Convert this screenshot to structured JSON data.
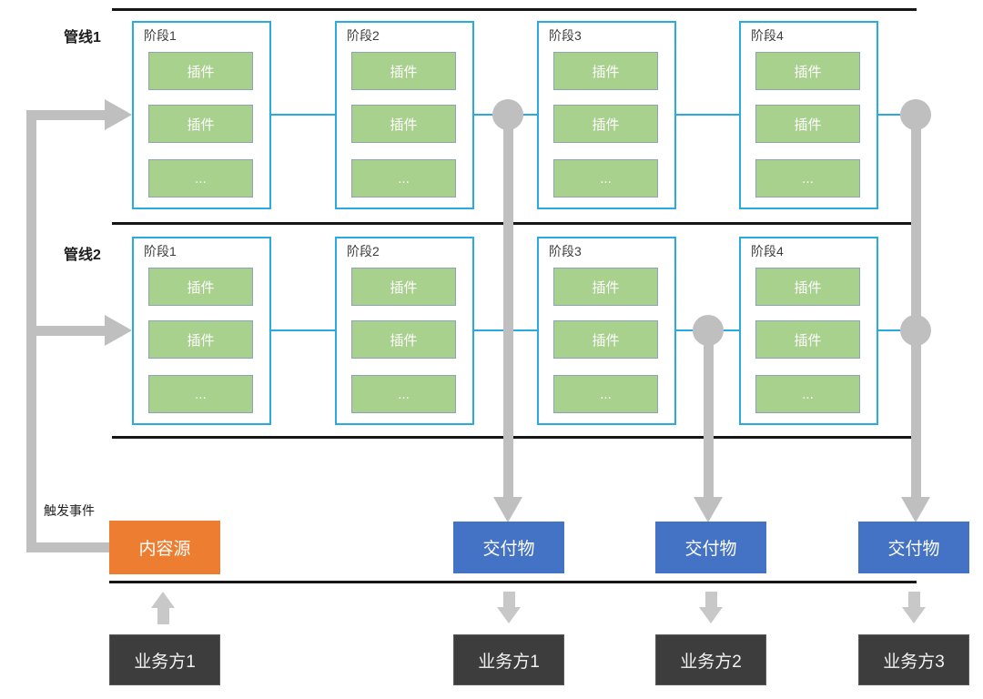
{
  "diagram": {
    "trigger_label": "触发事件",
    "source_label": "内容源",
    "pipelines": [
      {
        "label": "管线1",
        "stages": [
          {
            "label": "阶段1",
            "plugins": [
              "插件",
              "插件",
              "..."
            ]
          },
          {
            "label": "阶段2",
            "plugins": [
              "插件",
              "插件",
              "..."
            ]
          },
          {
            "label": "阶段3",
            "plugins": [
              "插件",
              "插件",
              "..."
            ]
          },
          {
            "label": "阶段4",
            "plugins": [
              "插件",
              "插件",
              "..."
            ]
          }
        ]
      },
      {
        "label": "管线2",
        "stages": [
          {
            "label": "阶段1",
            "plugins": [
              "插件",
              "插件",
              "..."
            ]
          },
          {
            "label": "阶段2",
            "plugins": [
              "插件",
              "插件",
              "..."
            ]
          },
          {
            "label": "阶段3",
            "plugins": [
              "插件",
              "插件",
              "..."
            ]
          },
          {
            "label": "阶段4",
            "plugins": [
              "插件",
              "插件",
              "..."
            ]
          }
        ]
      }
    ],
    "deliverable_labels": [
      "交付物",
      "交付物",
      "交付物"
    ],
    "consumer_labels": [
      "业务方1",
      "业务方1",
      "业务方2",
      "业务方3"
    ],
    "colors": {
      "stage_border_cyan": "#29ABE2",
      "plugin_green": "#A9D18E",
      "plugin_border": "#8FA3B8",
      "arrow_gray": "#BFBFBF",
      "small_arrow_gray": "#C8C8C8",
      "source_orange": "#ED7D31",
      "deliverable_blue": "#4472C4",
      "consumer_dark": "#3E3D3D",
      "rule_black": "#161616"
    }
  }
}
